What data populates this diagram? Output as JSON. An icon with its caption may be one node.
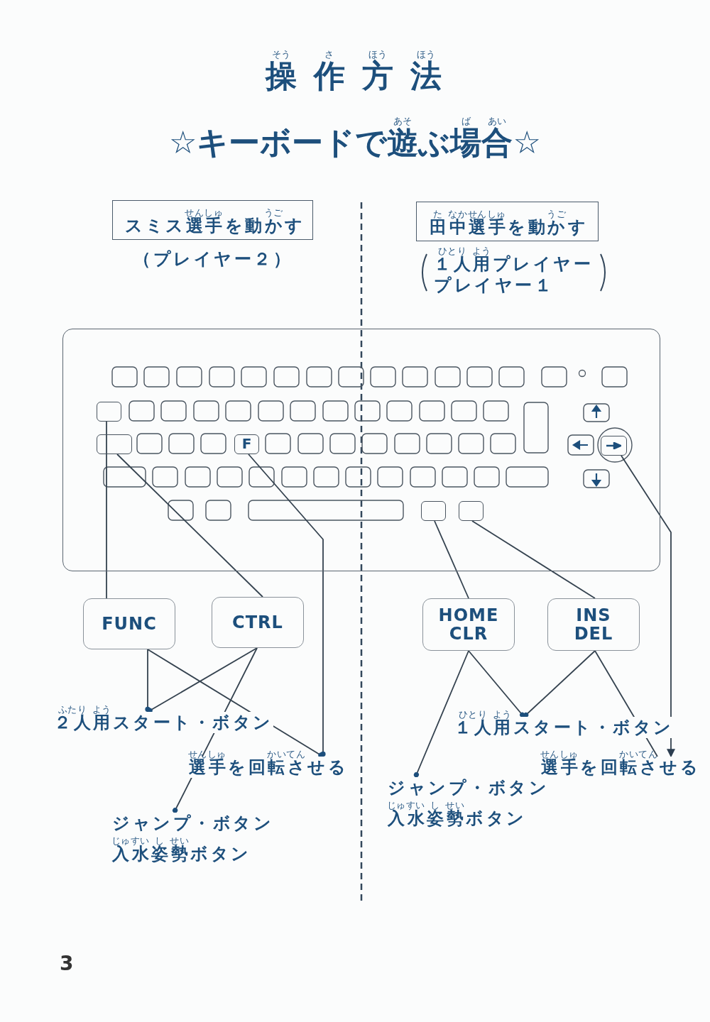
{
  "diagram": {
    "title": "操作方法",
    "nodes": [
      {
        "text": [
          "スミス選手を動かす"
        ],
        "beside": [
          "（プレイヤー２）"
        ]
      },
      {
        "text": [
          "田中選手を動かす"
        ],
        "beside": [
          "１人用プレイヤー",
          "プレイヤー１"
        ]
      },
      {
        "text": [],
        "shape": "picture"
      },
      {
        "text": [],
        "shape": "box",
        "in": 2
      },
      {
        "text": [],
        "shape": "box",
        "in": 2
      },
      {
        "text": [
          "F"
        ],
        "in": 2
      },
      {
        "text": [],
        "shape": "box",
        "in": 2
      },
      {
        "text": [],
        "shape": "box",
        "in": 2
      },
      {
        "text": [],
        "shape": "box",
        "in": 2
      },
      {
        "text": [
          "FUNC"
        ]
      },
      {
        "text": [
          "CTRL"
        ]
      },
      {
        "text": [
          "HOME CLR"
        ]
      },
      {
        "text": [
          "INS DEL"
        ]
      },
      {
        "text": [
          "２人用スタート・ボタン"
        ]
      },
      {
        "text": [
          "選手を回転させる"
        ]
      },
      {
        "text": [
          "ジャンプ・ボタン",
          "入水姿勢ボタン"
        ]
      },
      {
        "text": [
          "１人用スタート・ボタン"
        ]
      },
      {
        "text": [
          "選手を回転させる"
        ]
      },
      {
        "text": [
          "ジャンプ・ボタン",
          "入水姿勢ボタン"
        ]
      }
    ],
    "edges": [
      {
        "from": 3,
        "to": 9,
        "arrow": "none"
      },
      {
        "from": 4,
        "to": 10,
        "arrow": "none"
      },
      {
        "from": 5,
        "to": 14,
        "arrow": "other"
      },
      {
        "from": 9,
        "to": 13,
        "arrow": "other"
      },
      {
        "from": 9,
        "to": 14,
        "arrow": "other"
      },
      {
        "from": 10,
        "to": 13,
        "arrow": "other"
      },
      {
        "from": 10,
        "to": 15,
        "arrow": "other"
      },
      {
        "from": 6,
        "to": 11,
        "arrow": "none"
      },
      {
        "from": 7,
        "to": 12,
        "arrow": "none"
      },
      {
        "from": 8,
        "to": 17,
        "arrow": "to"
      },
      {
        "from": 11,
        "to": 16,
        "arrow": "other"
      },
      {
        "from": 11,
        "to": 18,
        "arrow": "other"
      },
      {
        "from": 12,
        "to": 16,
        "arrow": "other"
      },
      {
        "from": 12,
        "to": 17,
        "arrow": "none"
      }
    ],
    "labels": [
      "そう",
      "さ",
      "ほう",
      "ほう",
      "あそ",
      "ば",
      "あい",
      "☆キーボードで遊ぶ場合☆",
      "せんしゅ",
      "うご",
      "た",
      "なか",
      "せんしゅ",
      "うご",
      "ひとり",
      "よう",
      "ふたり",
      "よう",
      "ひとり",
      "よう",
      "せんしゅ",
      "かいてん",
      "せんしゅ",
      "かいてん",
      "じゅすい",
      "し",
      "せい",
      "じゅすい",
      "し",
      "せい",
      "3"
    ]
  }
}
